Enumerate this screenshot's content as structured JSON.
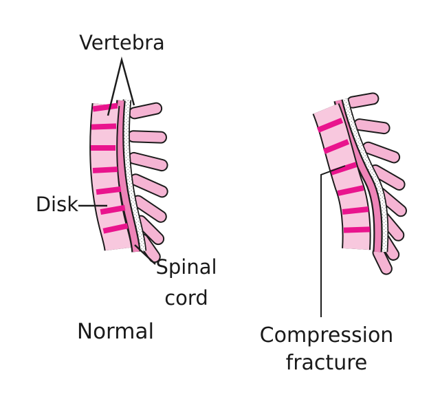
{
  "figure": {
    "type": "medical-diagram",
    "subject": "Spine anatomy: normal spine versus spine with compression fracture",
    "labels": {
      "vertebra": "Vertebra",
      "disk": "Disk",
      "spinal_cord": "Spinal cord",
      "normal_caption": "Normal",
      "compression_caption": "Compression fracture"
    },
    "colors": {
      "vertebra-fill": "#F8C8DE",
      "process-fill": "#F5B4D3",
      "disk-fill": "#E9148D",
      "cord-fill": "#EE84B8",
      "outline": "#1C1C1C",
      "stipple-dot": "#909090",
      "text": "#1A1A1A",
      "background": "#FFFFFF"
    }
  }
}
